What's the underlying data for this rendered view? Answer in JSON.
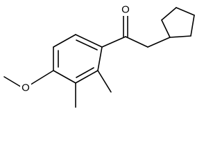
{
  "structure": {
    "atoms": {
      "carbonyl_oxygen": "O",
      "methoxy_oxygen": "O"
    },
    "groups": [
      "cyclopentyl",
      "ketone",
      "aromatic-ring",
      "2-methyl",
      "3-methyl",
      "4-methoxy"
    ]
  },
  "colors": {
    "bond": "#000000",
    "background": "#ffffff"
  }
}
